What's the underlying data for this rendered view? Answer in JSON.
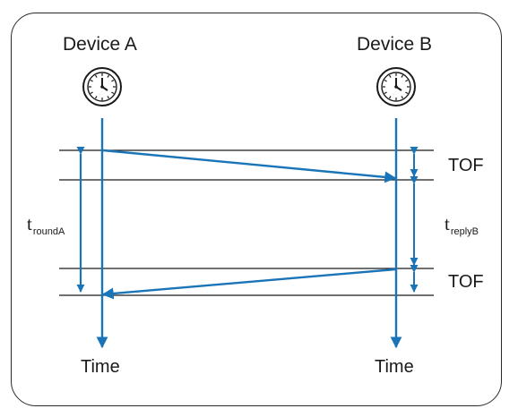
{
  "device_a": {
    "label": "Device A",
    "time_label": "Time"
  },
  "device_b": {
    "label": "Device B",
    "time_label": "Time"
  },
  "tof_top": "TOF",
  "tof_bottom": "TOF",
  "t_round": {
    "base": "t",
    "sub": "roundA"
  },
  "t_reply": {
    "base": "t",
    "sub": "replyB"
  },
  "colors": {
    "arrow": "#1a74b8",
    "line": "#1a1a1a"
  },
  "icons": {
    "device_a": "clock-icon",
    "device_b": "clock-icon"
  }
}
